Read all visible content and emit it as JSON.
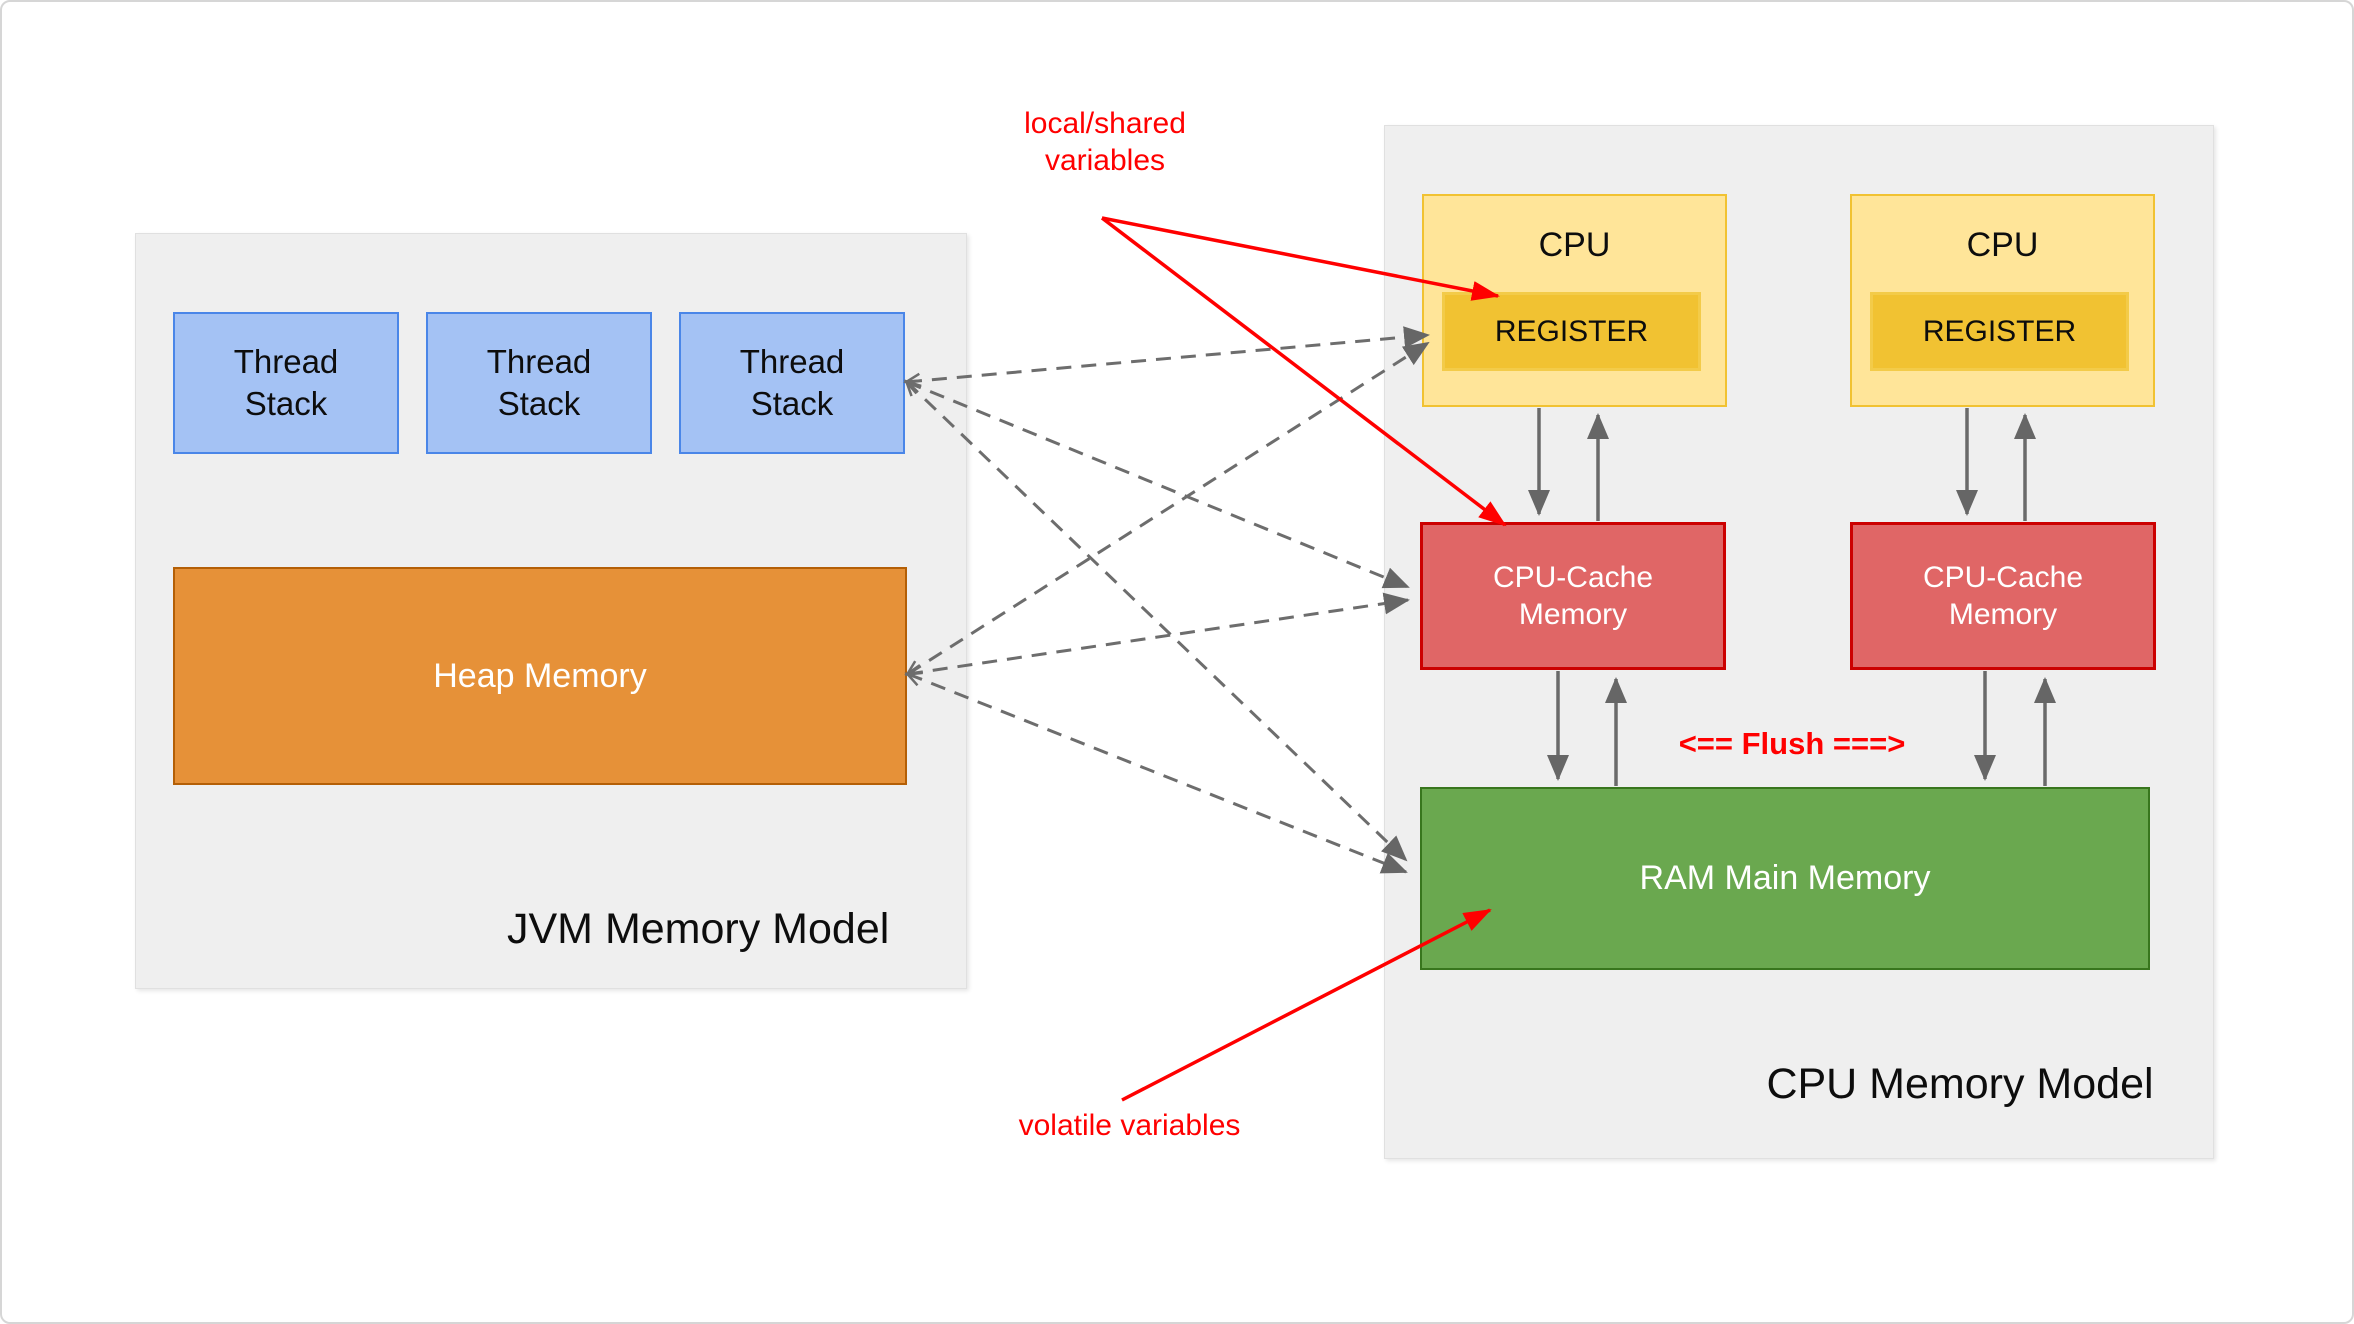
{
  "jvm_panel": {
    "title": "JVM Memory Model",
    "thread_stacks": [
      {
        "line1": "Thread",
        "line2": "Stack"
      },
      {
        "line1": "Thread",
        "line2": "Stack"
      },
      {
        "line1": "Thread",
        "line2": "Stack"
      }
    ],
    "heap": {
      "label": "Heap Memory"
    }
  },
  "cpu_panel": {
    "title": "CPU Memory Model",
    "cpus": [
      {
        "label": "CPU",
        "register": "REGISTER"
      },
      {
        "label": "CPU",
        "register": "REGISTER"
      }
    ],
    "caches": [
      {
        "line1": "CPU-Cache",
        "line2": "Memory"
      },
      {
        "line1": "CPU-Cache",
        "line2": "Memory"
      }
    ],
    "ram": {
      "label": "RAM Main Memory"
    },
    "flush_label": "<== Flush ===>"
  },
  "annotations": {
    "local_shared_variables": {
      "line1": "local/shared",
      "line2": "variables"
    },
    "volatile_variables": "volatile variables"
  },
  "colors": {
    "panel_bg": "#efefef",
    "thread_stack_fill": "#a4c2f4",
    "thread_stack_border": "#4a86e8",
    "heap_fill": "#e69138",
    "heap_border": "#b45f06",
    "cpu_fill": "#ffe599",
    "cpu_border": "#f1c232",
    "register_fill": "#f1c232",
    "cache_fill": "#e06666",
    "cache_border": "#cc0000",
    "ram_fill": "#6aa84f",
    "ram_border": "#38761d",
    "annotation_red": "#ff0000",
    "arrow_gray": "#666666"
  }
}
